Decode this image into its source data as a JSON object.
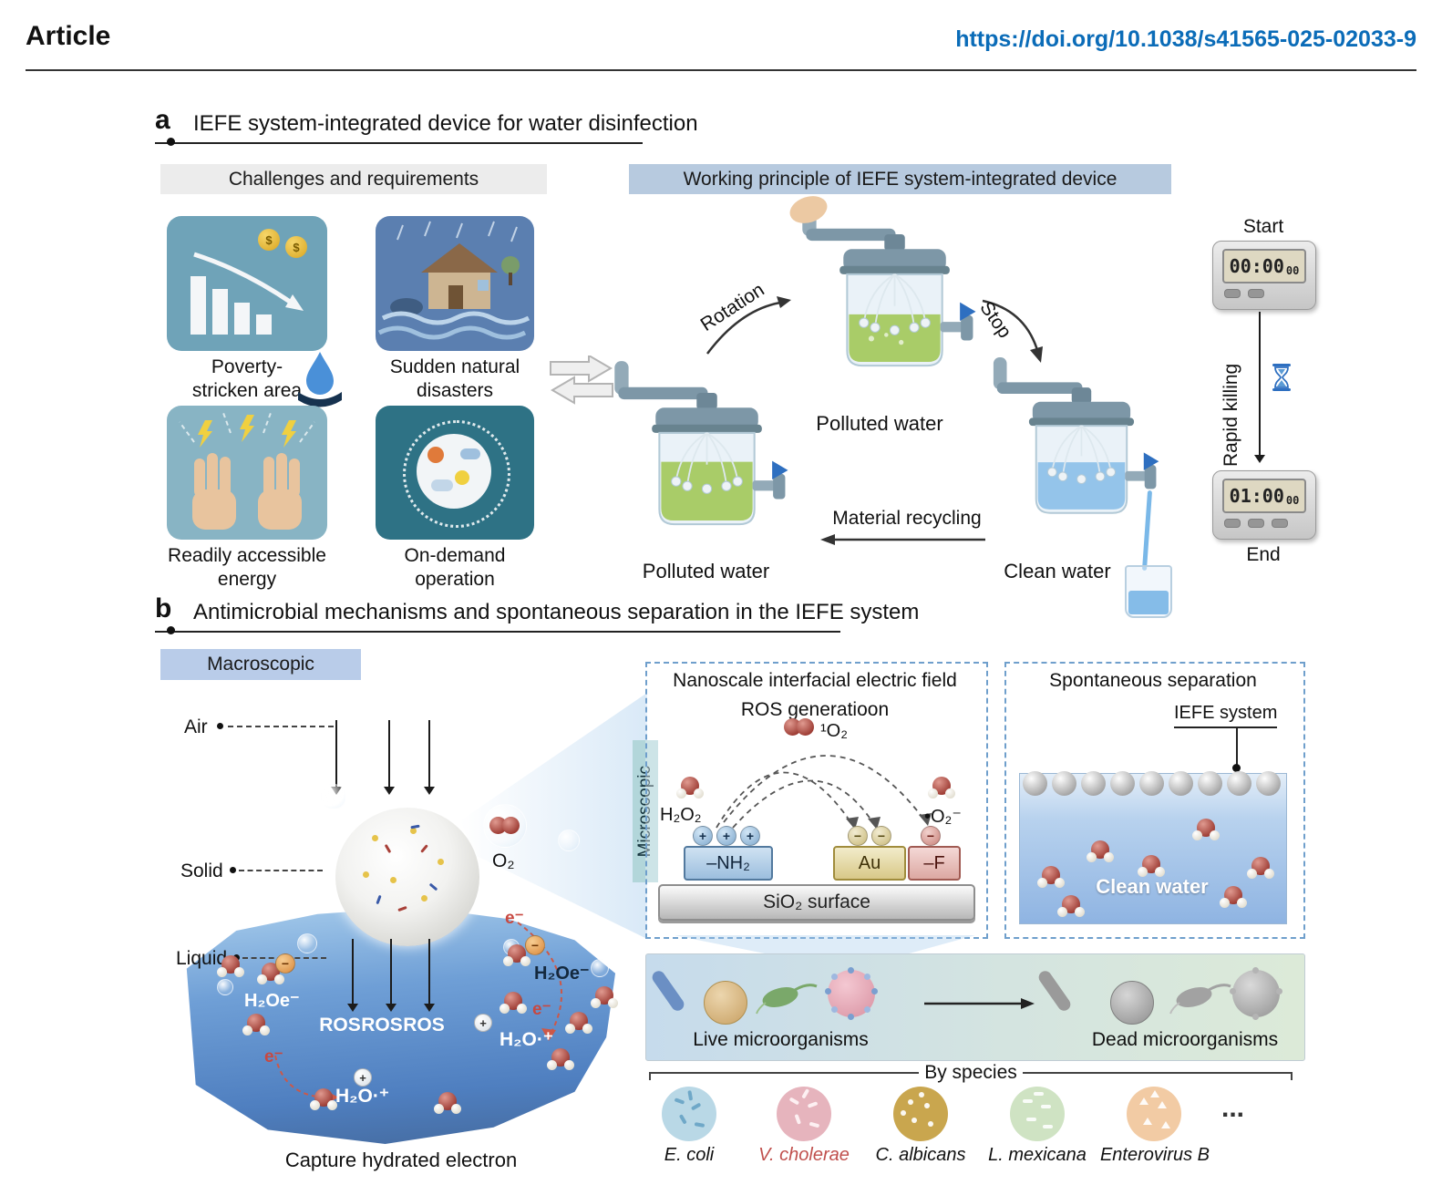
{
  "header": {
    "article_label": "Article",
    "doi": "https://doi.org/10.1038/s41565-025-02033-9",
    "doi_color": "#0b6cb8"
  },
  "panel_a": {
    "letter": "a",
    "title": "IEFE system-integrated device for water disinfection",
    "challenges": {
      "title": "Challenges and requirements",
      "coin_symbol": "$",
      "items": [
        {
          "label": "Poverty-stricken area",
          "icon": "declining-bar-chart-coins-icon",
          "tile_color": "#6fa3b8"
        },
        {
          "label": "Sudden natural disasters",
          "icon": "flooded-house-icon",
          "tile_color": "#5b7fb0"
        },
        {
          "label": "Readily accessible energy",
          "icon": "hands-lightning-icon",
          "tile_color": "#88b4c4"
        },
        {
          "label": "On-demand operation",
          "icon": "weather-cycle-icon",
          "tile_color": "#2e7285"
        }
      ]
    },
    "working": {
      "title": "Working principle of IEFE system-integrated device",
      "rotation_label": "Rotation",
      "stop_label": "Stop",
      "device_top_label": "Polluted water",
      "device_left_label": "Polluted water",
      "device_right_label": "Clean water",
      "material_recycling_label": "Material recycling",
      "polluted_liquid_color": "#9fc653",
      "clean_liquid_color": "#85bce8",
      "timeline": {
        "start_label": "Start",
        "timer_start_main": "00:00",
        "timer_start_small": "00",
        "rapid_killing_label": "Rapid killing",
        "timer_end_main": "01:00",
        "timer_end_small": "00",
        "end_label": "End"
      }
    }
  },
  "panel_b": {
    "letter": "b",
    "title": "Antimicrobial mechanisms and spontaneous separation in the IEFE system",
    "macroscopic": {
      "title": "Macroscopic",
      "air_label": "Air",
      "solid_label": "Solid",
      "liquid_label": "Liquid",
      "o2_label": "O₂",
      "h2oe_label": "H₂Oe⁻",
      "e_minus_label": "e⁻",
      "ros_labels": [
        "ROS",
        "ROS",
        "ROS"
      ],
      "h2o_radical_label": "H₂O·⁺",
      "plus_symbol": "+",
      "minus_symbol": "−",
      "caption": "Capture hydrated electron"
    },
    "microscopic": {
      "side_label": "Microscopic",
      "box_title": "Nanoscale interfacial electric field",
      "ros_generation_label": "ROS generatioon",
      "singlet_o2_label": "¹O₂",
      "h2o2_label": "H₂O₂",
      "superoxide_label": "•O₂⁻",
      "nh2_label": "–NH₂",
      "au_label": "Au",
      "f_label": "–F",
      "sio2_label": "SiO₂ surface",
      "plus_symbol": "+",
      "minus_symbol": "−"
    },
    "separation": {
      "box_title": "Spontaneous separation",
      "iefe_label": "IEFE system",
      "clean_water_label": "Clean water"
    },
    "microorganisms": {
      "live_label": "Live microorganisms",
      "dead_label": "Dead microorganisms"
    },
    "species": {
      "title": "By species",
      "ellipsis": "...",
      "items": [
        {
          "name": "E. coli",
          "circle_color": "#b9d8e6",
          "label_color": "#111111",
          "pattern": "dashes"
        },
        {
          "name": "V. cholerae",
          "circle_color": "#e6b4bd",
          "label_color": "#c0504d",
          "pattern": "dashes"
        },
        {
          "name": "C. albicans",
          "circle_color": "#c9a64e",
          "label_color": "#111111",
          "pattern": "dots"
        },
        {
          "name": "L. mexicana",
          "circle_color": "#cfe3c3",
          "label_color": "#111111",
          "pattern": "dashes"
        },
        {
          "name": "Enterovirus B",
          "circle_color": "#f2cba4",
          "label_color": "#111111",
          "pattern": "triangles"
        }
      ]
    }
  }
}
